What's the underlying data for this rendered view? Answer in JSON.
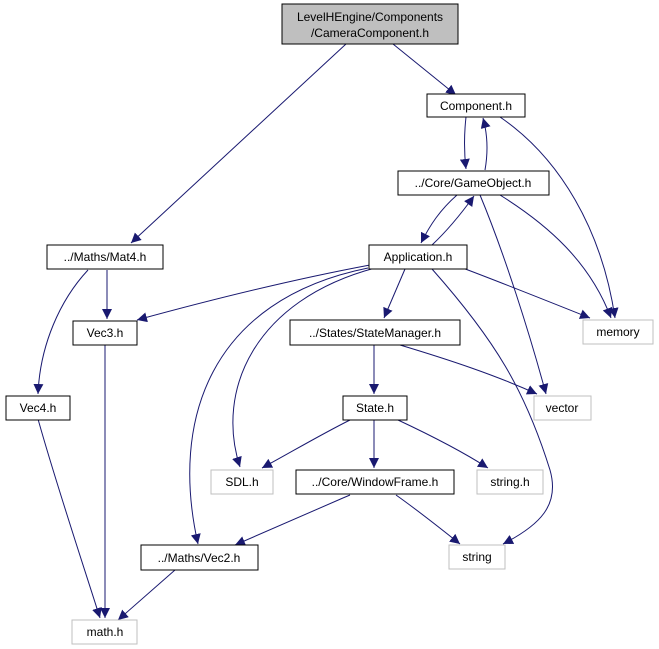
{
  "diagram": {
    "root": {
      "line1": "LevelHEngine/Components",
      "line2": "/CameraComponent.h"
    },
    "nodes": {
      "component_h": "Component.h",
      "gameobject_h": "../Core/GameObject.h",
      "application_h": "Application.h",
      "maths_mat4_h": "../Maths/Mat4.h",
      "vec3_h": "Vec3.h",
      "vec4_h": "Vec4.h",
      "memory": "memory",
      "statemanager_h": "../States/StateManager.h",
      "vector": "vector",
      "state_h": "State.h",
      "sdl_h": "SDL.h",
      "windowframe_h": "../Core/WindowFrame.h",
      "string_h": "string.h",
      "maths_vec2_h": "../Maths/Vec2.h",
      "string": "string",
      "math_h": "math.h"
    },
    "colors": {
      "edge": "#191970",
      "root_fill": "#bfbfbf",
      "node_border": "#000000",
      "system_border": "#bfbfbf",
      "text": "#000000"
    }
  }
}
